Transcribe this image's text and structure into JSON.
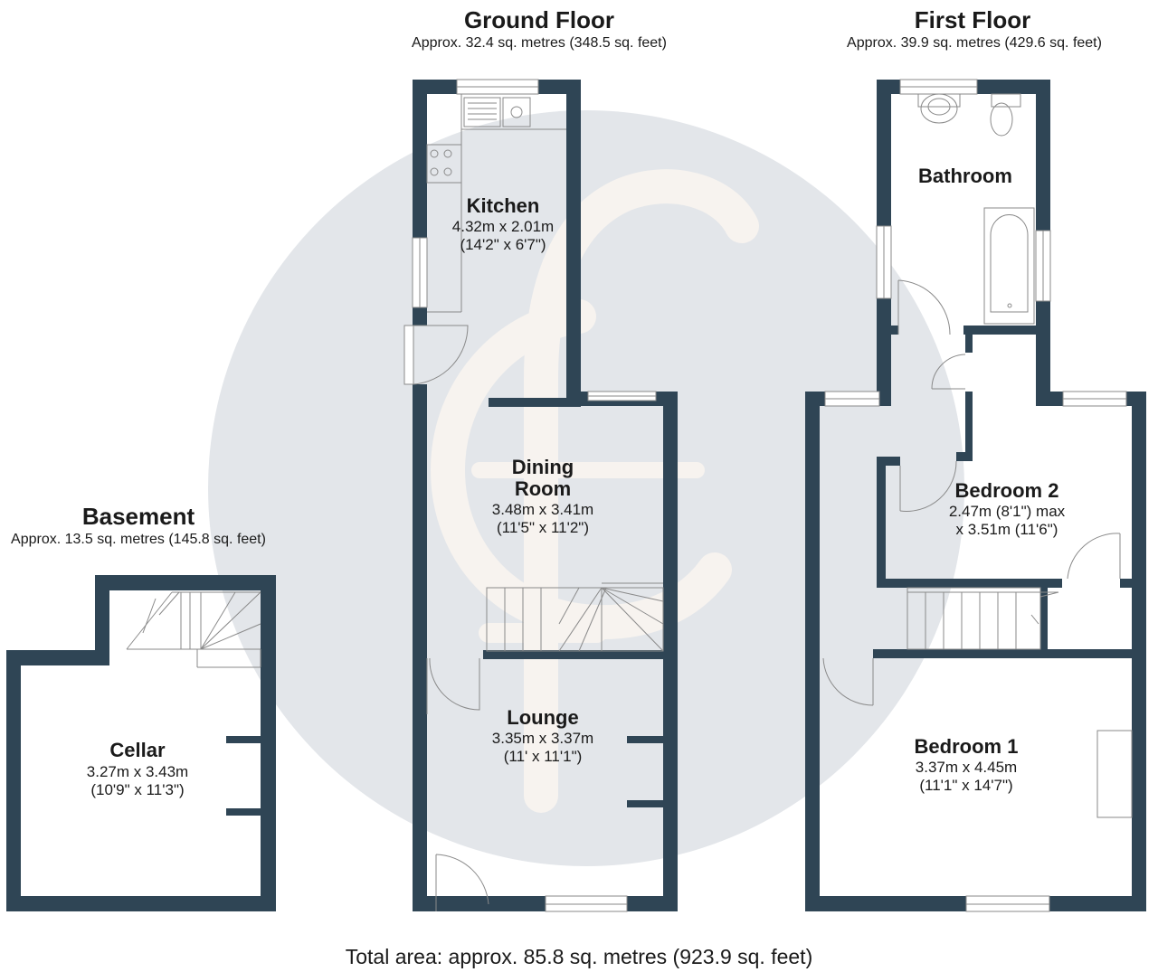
{
  "logo": {
    "letters": "ef",
    "colors": {
      "disc": "#e3e6ea",
      "mark": "#f7f3ef"
    }
  },
  "colors": {
    "wall": "#2f4555",
    "fixture": "#8a8a8a",
    "text": "#1a1a1a"
  },
  "floors": {
    "basement": {
      "title": "Basement",
      "area": "Approx. 13.5 sq. metres (145.8 sq. feet)"
    },
    "ground": {
      "title": "Ground Floor",
      "area": "Approx. 32.4 sq. metres (348.5 sq. feet)"
    },
    "first": {
      "title": "First Floor",
      "area": "Approx. 39.9 sq. metres (429.6 sq. feet)"
    }
  },
  "rooms": {
    "cellar": {
      "name": "Cellar",
      "metric": "3.27m x 3.43m",
      "imperial": "(10'9\" x 11'3\")"
    },
    "kitchen": {
      "name": "Kitchen",
      "metric": "4.32m x 2.01m",
      "imperial": "(14'2\" x 6'7\")"
    },
    "dining": {
      "name_line1": "Dining",
      "name_line2": "Room",
      "metric": "3.48m x 3.41m",
      "imperial": "(11'5\" x 11'2\")"
    },
    "lounge": {
      "name": "Lounge",
      "metric": "3.35m x 3.37m",
      "imperial": "(11' x 11'1\")"
    },
    "bathroom": {
      "name": "Bathroom"
    },
    "bedroom2": {
      "name": "Bedroom 2",
      "line1": "2.47m (8'1\") max",
      "line2": "x 3.51m (11'6\")"
    },
    "bedroom1": {
      "name": "Bedroom 1",
      "metric": "3.37m x 4.45m",
      "imperial": "(11'1\" x 14'7\")"
    }
  },
  "total_area": "Total area: approx. 85.8 sq. metres (923.9 sq. feet)"
}
